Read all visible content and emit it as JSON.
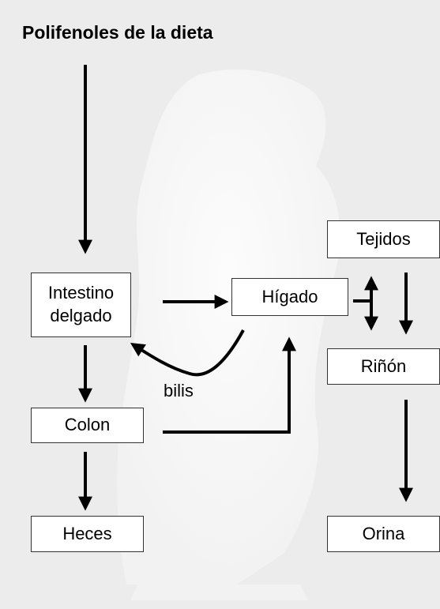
{
  "title": "Polifenoles de la dieta",
  "nodes": {
    "intestino": "Intestino\ndelgado",
    "higado": "Hígado",
    "tejidos": "Tejidos",
    "rinon": "Riñón",
    "colon": "Colon",
    "heces": "Heces",
    "orina": "Orina"
  },
  "edge_labels": {
    "bilis": "bilis"
  }
}
